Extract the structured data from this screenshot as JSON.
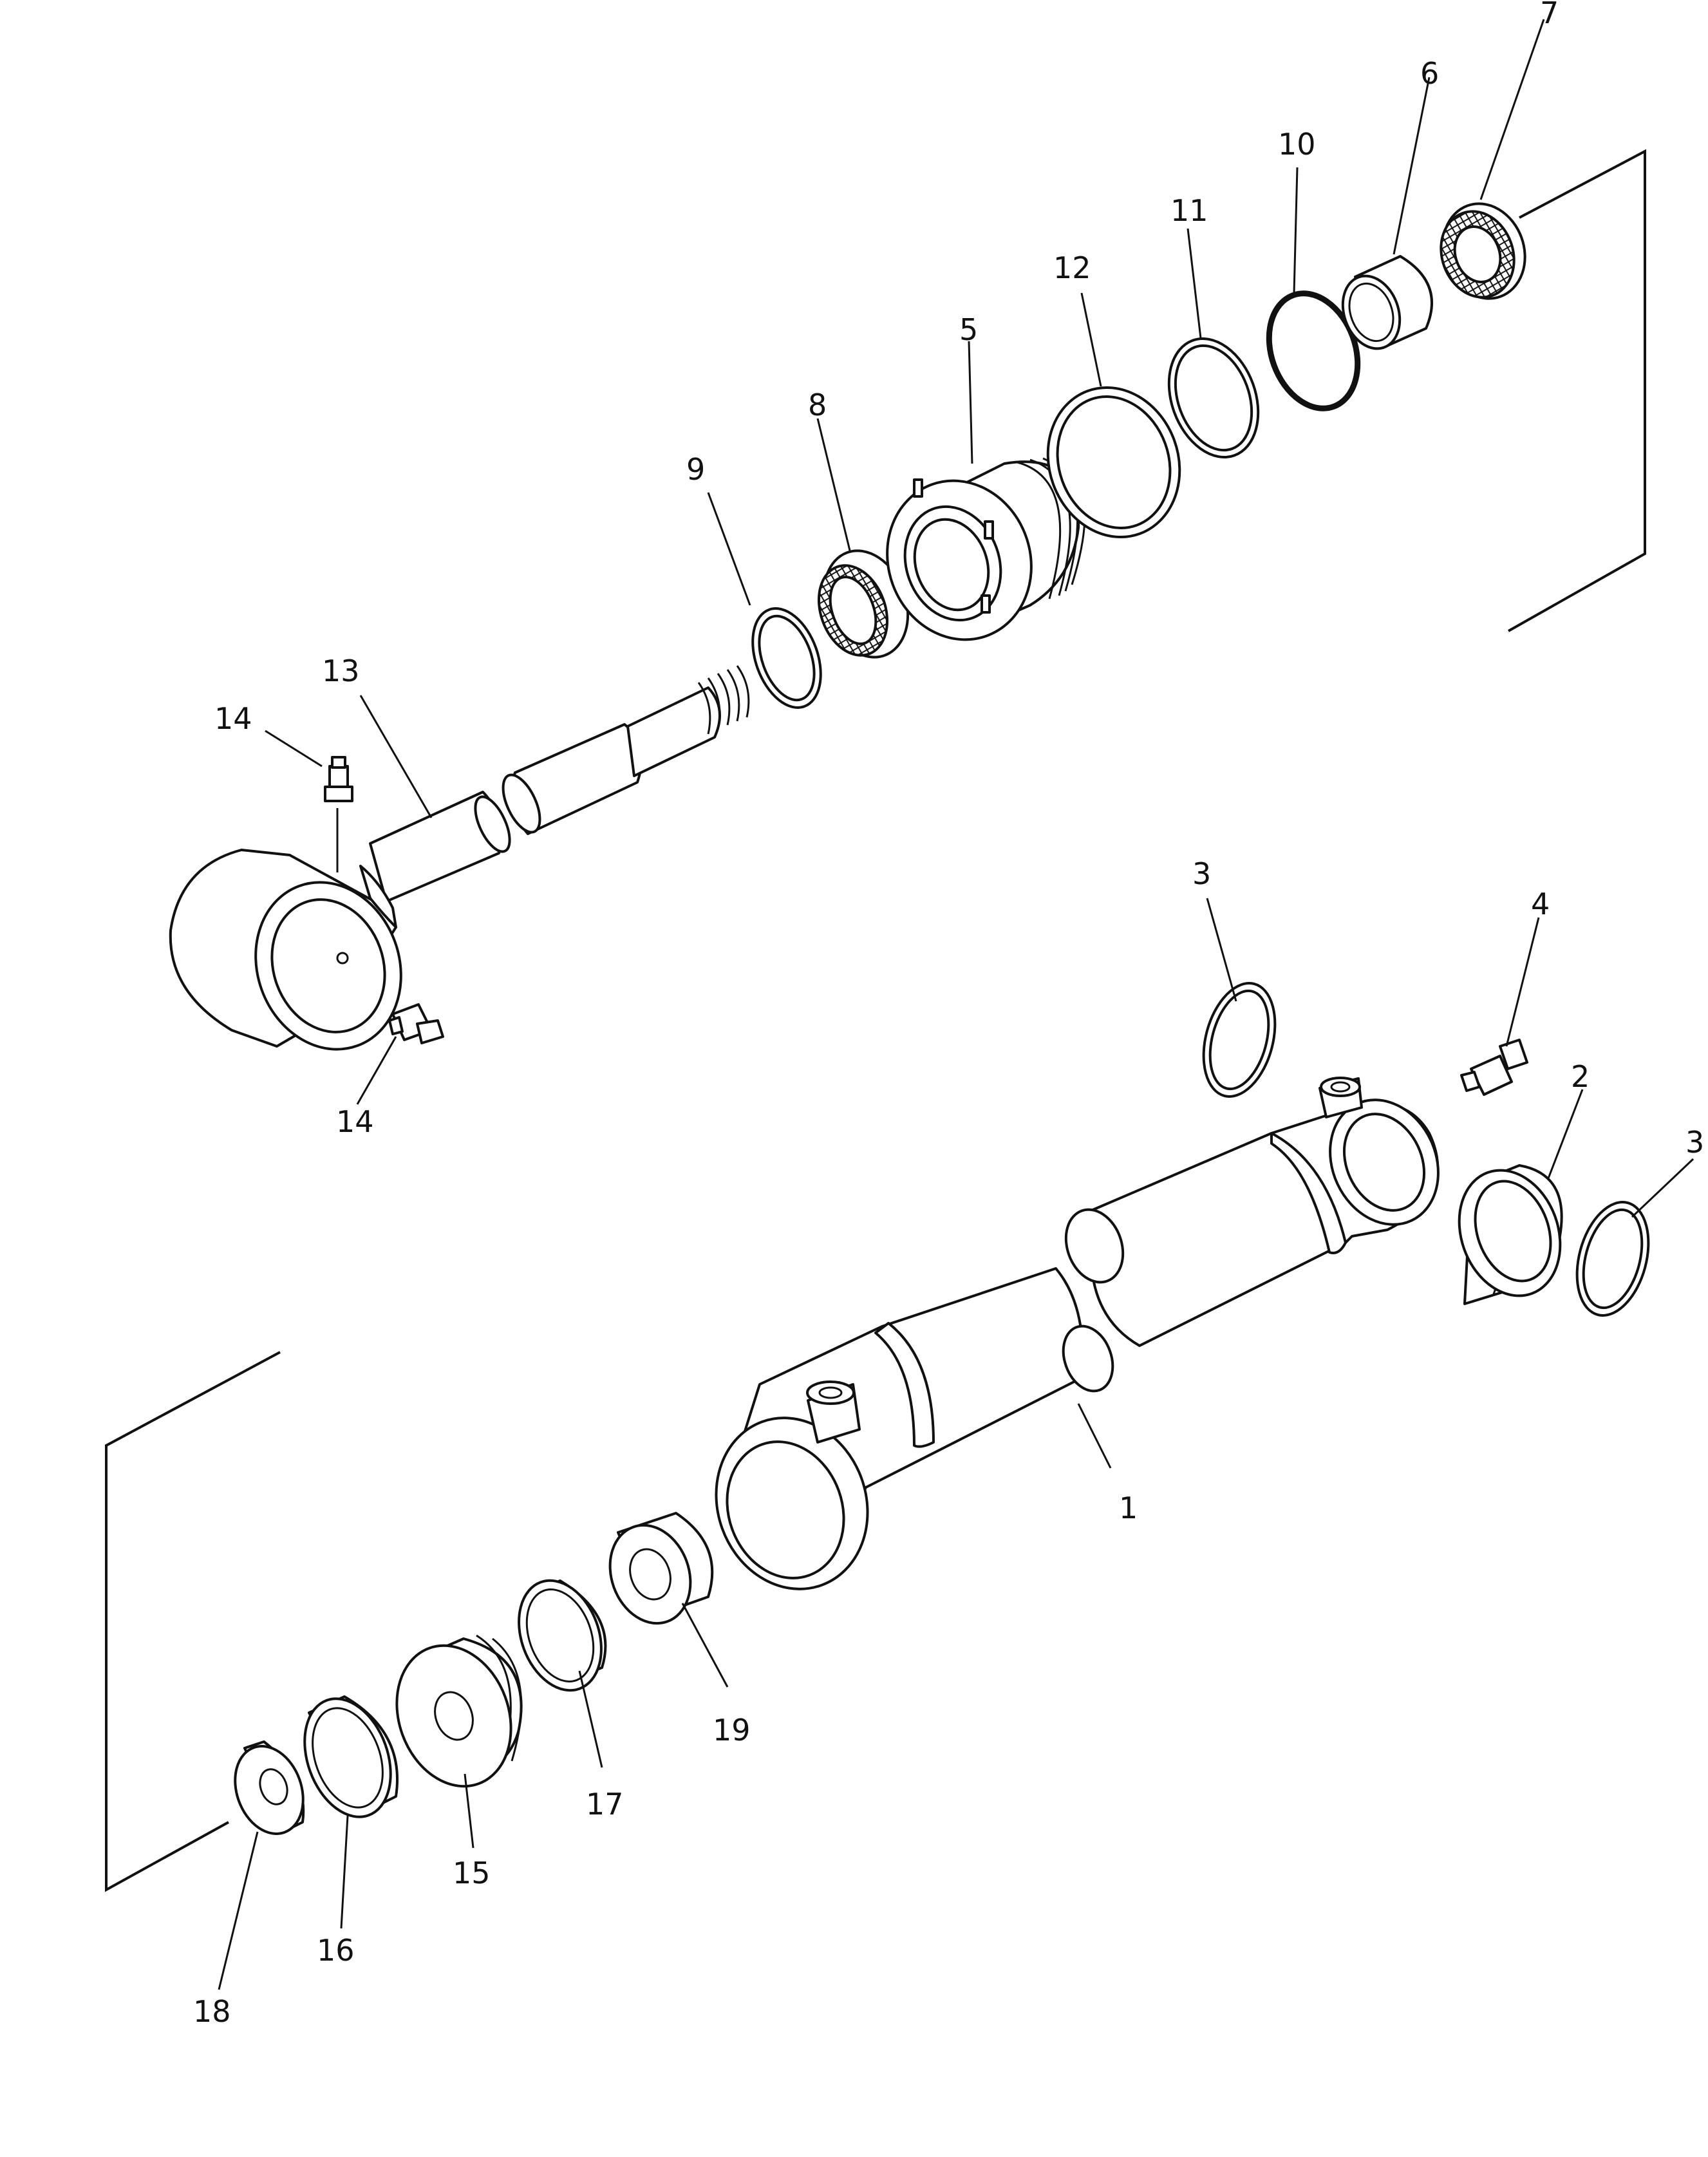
{
  "labels": {
    "p1": "1",
    "p2": "2",
    "p3a": "3",
    "p3b": "3",
    "p4": "4",
    "p5": "5",
    "p6": "6",
    "p7": "7",
    "p8": "8",
    "p9": "9",
    "p10": "10",
    "p11": "11",
    "p12": "12",
    "p13": "13",
    "p14a": "14",
    "p14b": "14",
    "p15": "15",
    "p16": "16",
    "p17": "17",
    "p18": "18",
    "p19": "19"
  }
}
